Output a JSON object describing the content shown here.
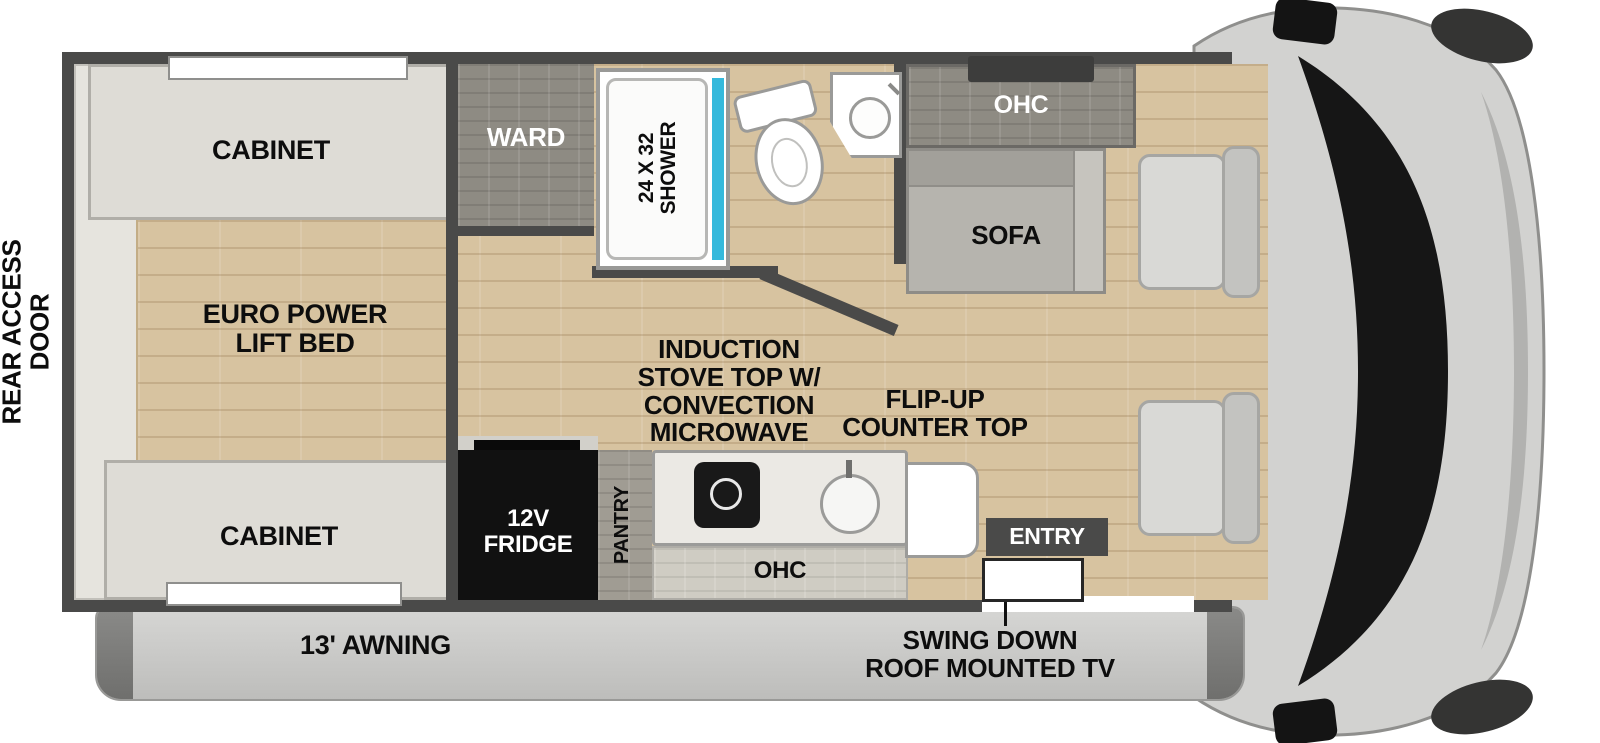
{
  "exterior": {
    "rear_access_door": "REAR ACCESS\nDOOR",
    "awning": "13' AWNING",
    "tv_note": "SWING DOWN\nROOF MOUNTED TV"
  },
  "bedroom": {
    "cabinet_top": "CABINET",
    "bed": "EURO POWER\nLIFT BED",
    "cabinet_bottom": "CABINET"
  },
  "wardrobe": {
    "label": "WARD"
  },
  "bathroom": {
    "shower": "24 X 32\nSHOWER"
  },
  "living": {
    "ohc": "OHC",
    "sofa": "SOFA"
  },
  "kitchen": {
    "stove_note": "INDUCTION\nSTOVE TOP W/\nCONVECTION\nMICROWAVE",
    "counter_note": "FLIP-UP\nCOUNTER TOP",
    "fridge": "12V\nFRIDGE",
    "pantry": "PANTRY",
    "ohc": "OHC"
  },
  "entry": {
    "label": "ENTRY"
  },
  "colors": {
    "wall": "#4a4a49",
    "floor_wood": "#d7c3a0",
    "cabinet_wood_gray": "#8e8b83",
    "shower_accent": "#35b9dc"
  }
}
